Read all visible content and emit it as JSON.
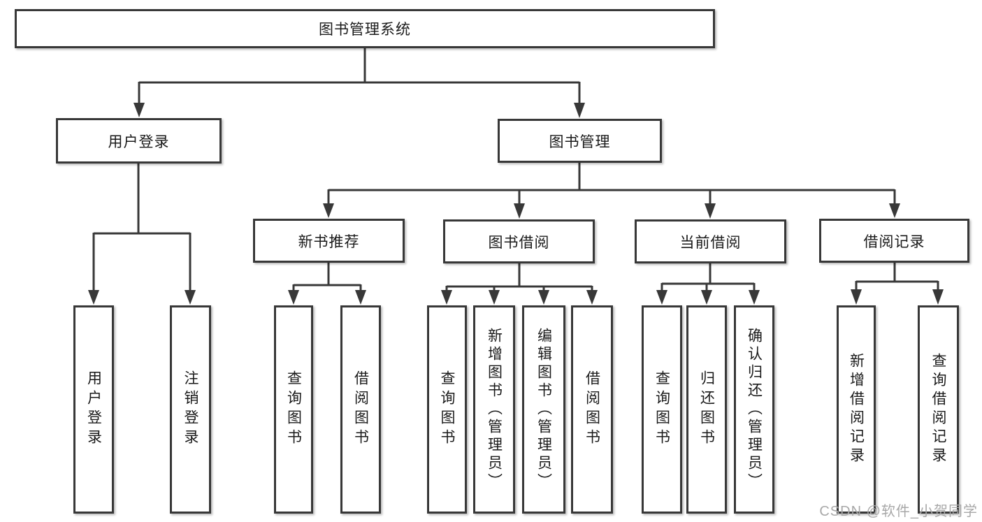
{
  "diagram": {
    "title": "图书管理系统",
    "level2": [
      {
        "label": "用户登录"
      },
      {
        "label": "图书管理"
      }
    ],
    "level3": [
      {
        "label": "新书推荐",
        "parent": "图书管理"
      },
      {
        "label": "图书借阅",
        "parent": "图书管理"
      },
      {
        "label": "当前借阅",
        "parent": "图书管理"
      },
      {
        "label": "借阅记录",
        "parent": "图书管理"
      }
    ],
    "leaves": [
      {
        "label": "用户登录",
        "parent": "用户登录"
      },
      {
        "label": "注销登录",
        "parent": "用户登录"
      },
      {
        "label": "查询图书",
        "parent": "新书推荐"
      },
      {
        "label": "借阅图书",
        "parent": "新书推荐"
      },
      {
        "label": "查询图书",
        "parent": "图书借阅"
      },
      {
        "label": "新增图书（管理员）",
        "parent": "图书借阅"
      },
      {
        "label": "编辑图书（管理员）",
        "parent": "图书借阅"
      },
      {
        "label": "借阅图书",
        "parent": "图书借阅"
      },
      {
        "label": "查询图书",
        "parent": "当前借阅"
      },
      {
        "label": "归还图书",
        "parent": "当前借阅"
      },
      {
        "label": "确认归还（管理员）",
        "parent": "当前借阅"
      },
      {
        "label": "新增借阅记录",
        "parent": "借阅记录"
      },
      {
        "label": "查询借阅记录",
        "parent": "借阅记录"
      }
    ]
  },
  "watermark": {
    "text": "CSDN @软件_小贺同学"
  },
  "colors": {
    "line": "#383838",
    "box_border": "#383838",
    "text": "#1a1a1a",
    "watermark": "#a8a8a8",
    "background": "#ffffff"
  }
}
